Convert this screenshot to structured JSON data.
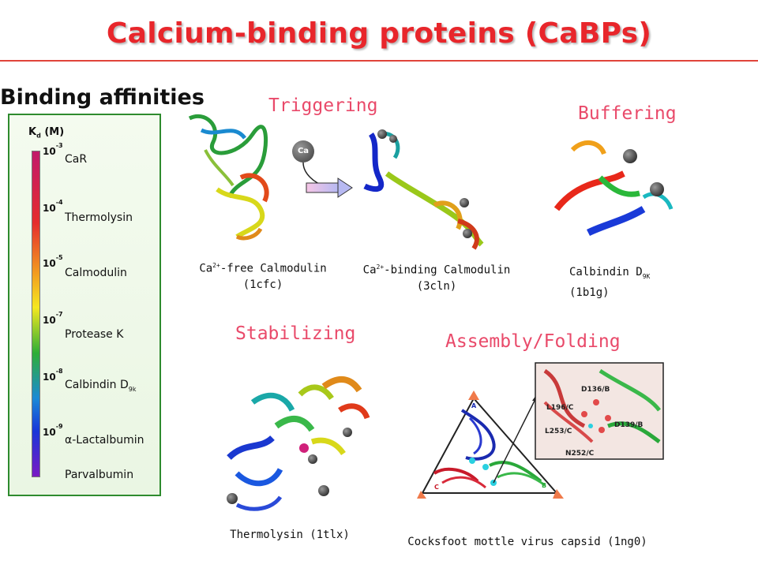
{
  "title": "Calcium-binding proteins (CaBPs)",
  "binding_affinities": {
    "heading": "Binding affinities",
    "kd_label": "K",
    "kd_sub": "d",
    "kd_unit": " (M)",
    "scale": [
      {
        "base": "10",
        "exp": "-3",
        "protein": "CaR",
        "sub": ""
      },
      {
        "base": "10",
        "exp": "-4",
        "protein": "Thermolysin",
        "sub": ""
      },
      {
        "base": "10",
        "exp": "-5",
        "protein": "Calmodulin",
        "sub": ""
      },
      {
        "base": "10",
        "exp": "-7",
        "protein": "Protease K",
        "sub": ""
      },
      {
        "base": "10",
        "exp": "-8",
        "protein": "Calbindin D",
        "sub": "9k"
      },
      {
        "base": "10",
        "exp": "-9",
        "protein": "α-Lactalbumin",
        "sub": ""
      }
    ],
    "last_protein": "Parvalbumin"
  },
  "sections": {
    "triggering": "Triggering",
    "buffering": "Buffering",
    "stabilizing": "Stabilizing",
    "assembly": "Assembly/Folding"
  },
  "ca_badge": "Ca",
  "captions": {
    "free_cam_pre": "Ca",
    "free_cam_sup": "2+",
    "free_cam_post": "-free Calmodulin",
    "free_cam_id": "(1cfc)",
    "bound_cam_pre": "Ca",
    "bound_cam_sup": "2+",
    "bound_cam_post": "-binding Calmodulin",
    "bound_cam_id": "(3cln)",
    "calbindin_pre": "Calbindin D",
    "calbindin_sub": "9K",
    "calbindin_id": "(1b1g)",
    "thermolysin": "Thermolysin (1tlx)",
    "virus": "Cocksfoot mottle virus capsid (1ng0)"
  },
  "inset_labels": [
    "D136/B",
    "L196/C",
    "L253/C",
    "D139/B",
    "N252/C"
  ],
  "triangle_labels": [
    "A",
    "B",
    "C"
  ]
}
